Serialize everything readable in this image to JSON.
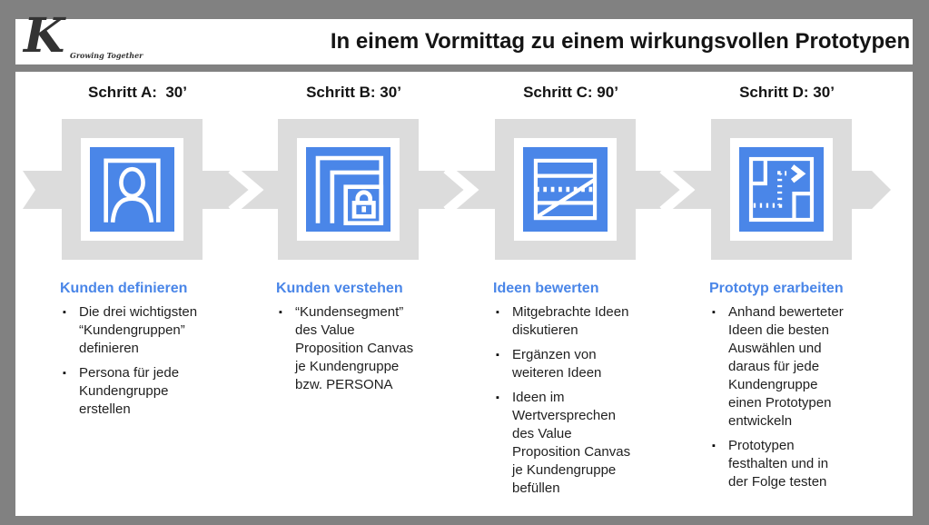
{
  "logo": {
    "letter": "K",
    "tagline": "Growing Together"
  },
  "title": "In einem Vormittag zu einem wirkungsvollen Prototypen",
  "ui": {
    "bullet_glyph": "▪"
  },
  "colors": {
    "accent_blue": "#4a86e8",
    "tile_gray": "#dcdcdc",
    "frame_gray": "#818181"
  },
  "steps": [
    {
      "header": "Schritt A:  30’",
      "icon": "persona-frame-icon",
      "heading": "Kunden definieren",
      "bullets": [
        "Die drei wichtigsten “Kundengruppen” definieren",
        "Persona für jede Kundengruppe erstellen"
      ]
    },
    {
      "header": "Schritt B: 30’",
      "icon": "customer-segment-lock-icon",
      "heading": "Kunden verstehen",
      "bullets": [
        "“Kundensegment” des Value Proposition Canvas je Kundengruppe bzw. PERSONA"
      ]
    },
    {
      "header": "Schritt C: 90’",
      "icon": "idea-evaluation-chart-icon",
      "heading": "Ideen bewerten",
      "bullets": [
        "Mitgebrachte Ideen diskutieren",
        "Ergänzen von weiteren Ideen",
        "Ideen im Wertversprechen des Value Proposition Canvas je Kundengruppe befüllen"
      ]
    },
    {
      "header": "Schritt D: 30’",
      "icon": "prototype-route-icon",
      "heading": "Prototyp erarbeiten",
      "bullets": [
        "Anhand bewerteter Ideen die besten Auswählen und daraus für jede Kundengruppe einen Prototypen entwickeln",
        "Prototypen festhalten und in der Folge testen"
      ]
    }
  ]
}
